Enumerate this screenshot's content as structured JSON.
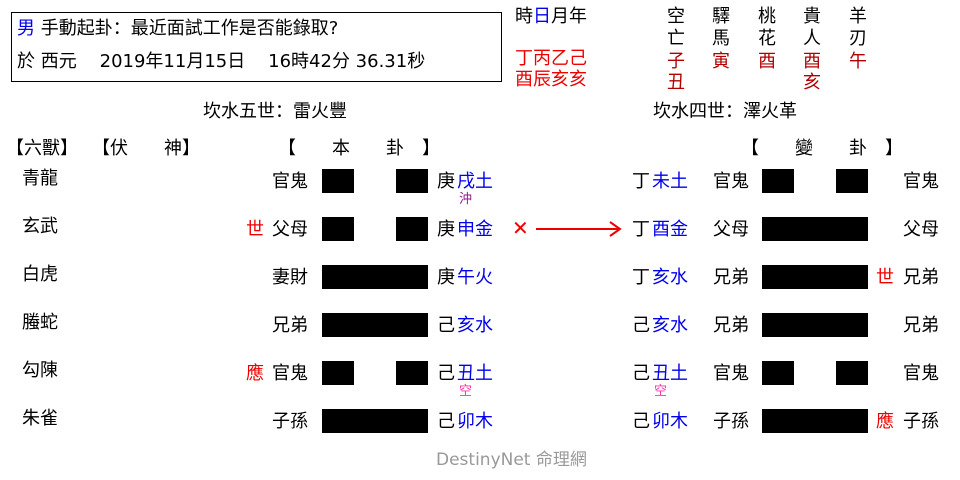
{
  "header": {
    "gender": "男",
    "title": "手動起卦：最近面試工作是否能錄取?",
    "date_prefix": "於 西元",
    "date": "2019年11月15日",
    "time": "16時42分 36.31秒"
  },
  "pillars": {
    "labels": [
      "時",
      "日",
      "月",
      "年"
    ],
    "stems": "丁丙乙己",
    "branches": "酉辰亥亥"
  },
  "shensha": {
    "columns": [
      {
        "name_top": "空",
        "name_bottom": "亡",
        "values": [
          "子",
          "丑"
        ]
      },
      {
        "name_top": "驛",
        "name_bottom": "馬",
        "values": [
          "寅"
        ]
      },
      {
        "name_top": "桃",
        "name_bottom": "花",
        "values": [
          "酉"
        ]
      },
      {
        "name_top": "貴",
        "name_bottom": "人",
        "values": [
          "酉",
          "亥"
        ]
      },
      {
        "name_top": "羊",
        "name_bottom": "刃",
        "values": [
          "午"
        ]
      }
    ]
  },
  "main_hexagram": {
    "title": "坎水五世：雷火豐",
    "headers": {
      "six_beasts": "【六獸】",
      "hidden_spirit": "【伏　　神】",
      "original": "【　　本　　卦　】"
    }
  },
  "changed_hexagram": {
    "title": "坎水四世：澤火革",
    "header": "【　　變　　卦　】"
  },
  "lines": [
    {
      "beast": "青龍",
      "marker": "",
      "relation": "官鬼",
      "type": "yin",
      "stem": "庚",
      "branch": "戌土",
      "note": "沖",
      "note_kind": "chong",
      "moving": false,
      "changed": {
        "stem": "丁",
        "branch": "未土",
        "note": "",
        "relation": "官鬼",
        "type": "yin",
        "marker": "",
        "right_relation": "官鬼"
      }
    },
    {
      "beast": "玄武",
      "marker": "世",
      "relation": "父母",
      "type": "yin",
      "stem": "庚",
      "branch": "申金",
      "note": "",
      "note_kind": "",
      "moving": true,
      "changed": {
        "stem": "丁",
        "branch": "酉金",
        "note": "",
        "relation": "父母",
        "type": "yang",
        "marker": "",
        "right_relation": "父母"
      }
    },
    {
      "beast": "白虎",
      "marker": "",
      "relation": "妻財",
      "type": "yang",
      "stem": "庚",
      "branch": "午火",
      "note": "",
      "note_kind": "",
      "moving": false,
      "changed": {
        "stem": "丁",
        "branch": "亥水",
        "note": "",
        "relation": "兄弟",
        "type": "yang",
        "marker": "世",
        "right_relation": "兄弟"
      }
    },
    {
      "beast": "螣蛇",
      "marker": "",
      "relation": "兄弟",
      "type": "yang",
      "stem": "己",
      "branch": "亥水",
      "note": "",
      "note_kind": "",
      "moving": false,
      "changed": {
        "stem": "己",
        "branch": "亥水",
        "note": "",
        "relation": "兄弟",
        "type": "yang",
        "marker": "",
        "right_relation": "兄弟"
      }
    },
    {
      "beast": "勾陳",
      "marker": "應",
      "relation": "官鬼",
      "type": "yin",
      "stem": "己",
      "branch": "丑土",
      "note": "空",
      "note_kind": "kong",
      "moving": false,
      "changed": {
        "stem": "己",
        "branch": "丑土",
        "note": "空",
        "relation": "官鬼",
        "type": "yin",
        "marker": "",
        "right_relation": "官鬼"
      }
    },
    {
      "beast": "朱雀",
      "marker": "",
      "relation": "子孫",
      "type": "yang",
      "stem": "己",
      "branch": "卯木",
      "note": "",
      "note_kind": "",
      "moving": false,
      "changed": {
        "stem": "己",
        "branch": "卯木",
        "note": "",
        "relation": "子孫",
        "type": "yang",
        "marker": "應",
        "right_relation": "子孫"
      }
    }
  ],
  "moving_symbol": "✕",
  "footer": {
    "watermark": "DestinyNet 命理網"
  },
  "colors": {
    "branch": "#0000ee",
    "marker": "#ee0000",
    "pillar": "#ee0000",
    "shensha_value": "#b00000",
    "chong": "#8b1a8b",
    "kong": "#ff33aa",
    "watermark": "#999999"
  }
}
